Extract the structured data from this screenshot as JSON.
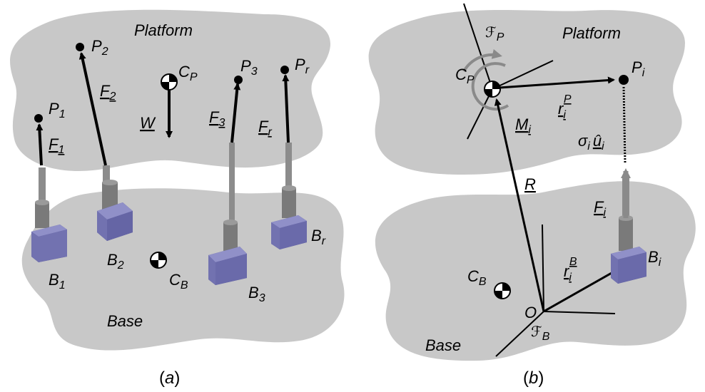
{
  "panel_a": {
    "platform_label": "Platform",
    "base_label": "Base",
    "caption_paren_open": "(",
    "caption_letter": "a",
    "caption_paren_close": ")",
    "points": [
      {
        "name": "P",
        "sub": "1"
      },
      {
        "name": "P",
        "sub": "2"
      },
      {
        "name": "P",
        "sub": "3"
      },
      {
        "name": "P",
        "sub": "r"
      }
    ],
    "forces": [
      {
        "name": "F",
        "sub": "1"
      },
      {
        "name": "F",
        "sub": "2"
      },
      {
        "name": "F",
        "sub": "3"
      },
      {
        "name": "F",
        "sub": "r"
      }
    ],
    "bases": [
      {
        "name": "B",
        "sub": "1"
      },
      {
        "name": "B",
        "sub": "2"
      },
      {
        "name": "B",
        "sub": "3"
      },
      {
        "name": "B",
        "sub": "r"
      }
    ],
    "cp": {
      "name": "C",
      "sub": "P"
    },
    "cb": {
      "name": "C",
      "sub": "B"
    },
    "weight": "W"
  },
  "panel_b": {
    "platform_label": "Platform",
    "base_label": "Base",
    "caption_paren_open": "(",
    "caption_letter": "b",
    "caption_paren_close": ")",
    "fp": {
      "name": "ℱ",
      "sub": "P"
    },
    "fb": {
      "name": "ℱ",
      "sub": "B"
    },
    "cp": {
      "name": "C",
      "sub": "P"
    },
    "cb": {
      "name": "C",
      "sub": "B"
    },
    "pi": {
      "name": "P",
      "sub": "i"
    },
    "bi": {
      "name": "B",
      "sub": "i"
    },
    "origin": "O",
    "r_vec": "R",
    "mi": {
      "name": "M",
      "sub": "i"
    },
    "fi": {
      "name": "F",
      "sub": "i"
    },
    "rip": {
      "name": "r",
      "sub": "i",
      "sup": "P"
    },
    "rib": {
      "name": "r",
      "sub": "i",
      "sup": "B"
    },
    "sigma": {
      "name": "σ",
      "sub": "i",
      "u": "û",
      "usub": "i"
    }
  },
  "colors": {
    "blob": "#c8c8c8",
    "cylinder": "#8c8c8c",
    "cylinder_dark": "#6e6e6e",
    "box_front": "#7272b0",
    "box_top": "#9090c8",
    "box_side": "#5a5a98",
    "arrow": "#000000",
    "moment": "#8a8a8a"
  }
}
